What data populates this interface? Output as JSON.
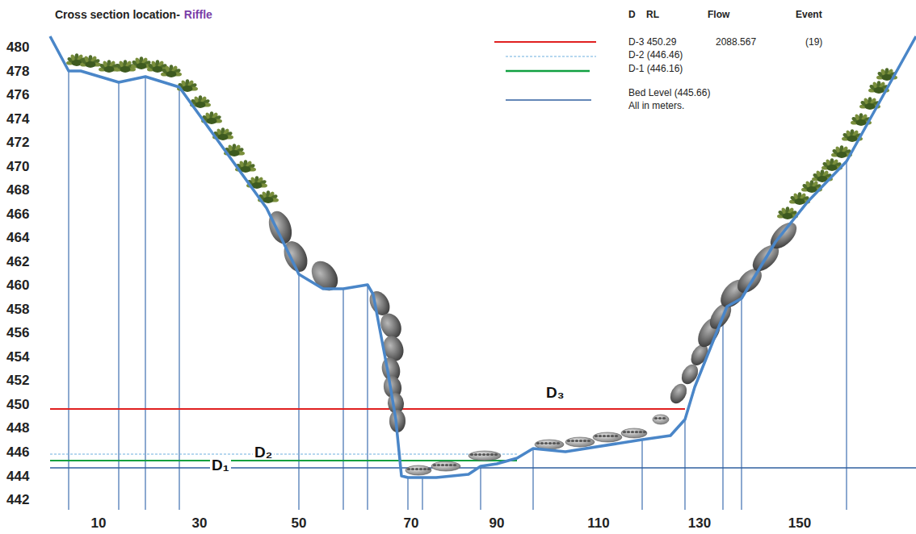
{
  "diagram": {
    "title": "Cross section location-",
    "labels": [
      "Riffle",
      "480",
      "478",
      "476",
      "474",
      "472",
      "470",
      "468",
      "466",
      "464",
      "462",
      "460",
      "458",
      "456",
      "454",
      "452",
      "450",
      "448",
      "446",
      "444",
      "442",
      "10",
      "30",
      "50",
      "70",
      "90",
      "110",
      "130",
      "150",
      "D",
      "RL",
      "Flow",
      "Event",
      "2088.567",
      "(19)",
      "All in meters.",
      "D₃",
      "D₂",
      "D₁"
    ],
    "legend": [
      {
        "text": "D-3 450.29"
      },
      {
        "text": "D-2 (446.46)"
      },
      {
        "text": "D-1 (446.16)"
      },
      {
        "text": "Bed Level (445.66)"
      }
    ]
  }
}
